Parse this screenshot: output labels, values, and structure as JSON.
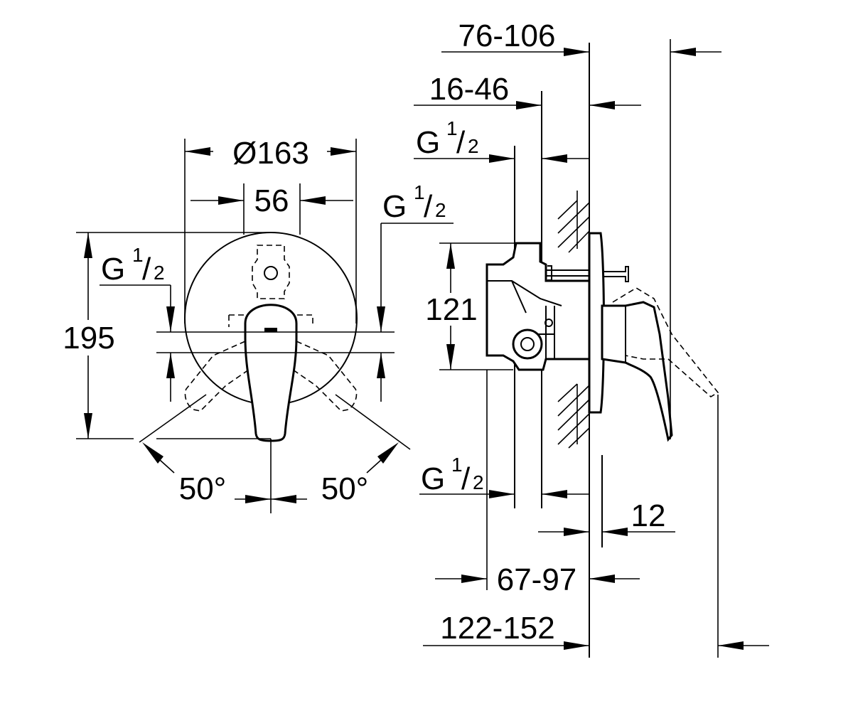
{
  "front_view": {
    "diameter": "Ø163",
    "width_56": "56",
    "height_195": "195",
    "thread_left": {
      "g": "G",
      "num": "1",
      "den": "2"
    },
    "thread_right": {
      "g": "G",
      "num": "1",
      "den": "2"
    },
    "angle_left": "50°",
    "angle_right": "50°"
  },
  "side_view": {
    "depth_76_106": "76-106",
    "depth_16_46": "16-46",
    "thread_top": {
      "g": "G",
      "num": "1",
      "den": "2"
    },
    "height_121": "121",
    "thread_bottom": {
      "g": "G",
      "num": "1",
      "den": "2"
    },
    "offset_12": "12",
    "depth_67_97": "67-97",
    "depth_122_152": "122-152"
  }
}
